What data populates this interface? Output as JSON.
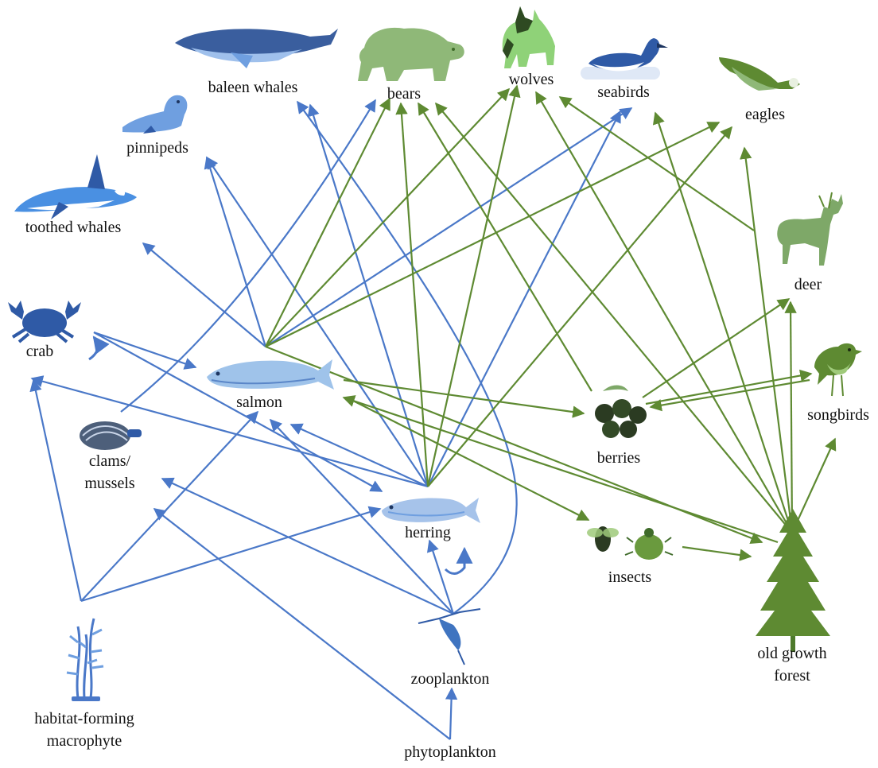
{
  "colors": {
    "marine": "#4a78c8",
    "terrestrial": "#5e8a32",
    "marine_fill": "#6f9fe0",
    "marine_dark": "#2f5aa6",
    "terrestrial_fill": "#8fb878",
    "terrestrial_dark": "#3f6b2a",
    "label": "#111111"
  },
  "nodes": {
    "baleen_whales": {
      "label": "baleen whales",
      "icon": "baleen-whale-icon"
    },
    "bears": {
      "label": "bears",
      "icon": "bear-icon"
    },
    "wolves": {
      "label": "wolves",
      "icon": "wolf-icon"
    },
    "seabirds": {
      "label": "seabirds",
      "icon": "seabird-icon"
    },
    "eagles": {
      "label": "eagles",
      "icon": "eagle-icon"
    },
    "pinnipeds": {
      "label": "pinnipeds",
      "icon": "seal-icon"
    },
    "toothed_whales": {
      "label": "toothed whales",
      "icon": "orca-icon"
    },
    "deer": {
      "label": "deer",
      "icon": "deer-icon"
    },
    "crab": {
      "label": "crab",
      "icon": "crab-icon"
    },
    "salmon": {
      "label": "salmon",
      "icon": "salmon-icon"
    },
    "songbirds": {
      "label": "songbirds",
      "icon": "songbird-icon"
    },
    "berries": {
      "label": "berries",
      "icon": "berries-icon"
    },
    "clams_mussels": {
      "label_line1": "clams/",
      "label_line2": "mussels",
      "icon": "clam-icon"
    },
    "herring": {
      "label": "herring",
      "icon": "herring-icon"
    },
    "insects": {
      "label": "insects",
      "icon": "insects-icon"
    },
    "old_growth_forest": {
      "label_line1": "old growth",
      "label_line2": "forest",
      "icon": "tree-icon"
    },
    "zooplankton": {
      "label": "zooplankton",
      "icon": "zooplankton-icon"
    },
    "macrophyte": {
      "label_line1": "habitat-forming",
      "label_line2": "macrophyte",
      "icon": "kelp-icon"
    },
    "phytoplankton": {
      "label": "phytoplankton",
      "icon": "phytoplankton-icon"
    }
  },
  "edges": [
    {
      "from": "phytoplankton",
      "to": "zooplankton",
      "kind": "marine"
    },
    {
      "from": "phytoplankton",
      "to": "clams_mussels",
      "kind": "marine"
    },
    {
      "from": "macrophyte",
      "to": "crab",
      "kind": "marine"
    },
    {
      "from": "macrophyte",
      "to": "salmon",
      "kind": "marine"
    },
    {
      "from": "macrophyte",
      "to": "herring",
      "kind": "marine"
    },
    {
      "from": "zooplankton",
      "to": "herring",
      "kind": "marine"
    },
    {
      "from": "zooplankton",
      "to": "salmon",
      "kind": "marine"
    },
    {
      "from": "zooplankton",
      "to": "clams_mussels",
      "kind": "marine"
    },
    {
      "from": "zooplankton",
      "to": "baleen_whales",
      "kind": "marine"
    },
    {
      "from": "crab",
      "to": "salmon",
      "kind": "marine"
    },
    {
      "from": "crab",
      "to": "herring",
      "kind": "marine"
    },
    {
      "from": "clams_mussels",
      "to": "bears",
      "kind": "marine"
    },
    {
      "from": "herring",
      "to": "crab",
      "kind": "marine"
    },
    {
      "from": "herring",
      "to": "salmon",
      "kind": "marine"
    },
    {
      "from": "herring",
      "to": "pinnipeds",
      "kind": "marine"
    },
    {
      "from": "herring",
      "to": "baleen_whales",
      "kind": "marine"
    },
    {
      "from": "herring",
      "to": "seabirds",
      "kind": "marine"
    },
    {
      "from": "salmon",
      "to": "toothed_whales",
      "kind": "marine"
    },
    {
      "from": "salmon",
      "to": "pinnipeds",
      "kind": "marine"
    },
    {
      "from": "salmon",
      "to": "seabirds",
      "kind": "marine"
    },
    {
      "from": "salmon",
      "to": "bears",
      "kind": "terrestrial"
    },
    {
      "from": "salmon",
      "to": "wolves",
      "kind": "terrestrial"
    },
    {
      "from": "salmon",
      "to": "eagles",
      "kind": "terrestrial"
    },
    {
      "from": "salmon",
      "to": "berries",
      "kind": "terrestrial"
    },
    {
      "from": "salmon",
      "to": "insects",
      "kind": "terrestrial"
    },
    {
      "from": "salmon",
      "to": "old_growth_forest",
      "kind": "terrestrial"
    },
    {
      "from": "herring",
      "to": "bears",
      "kind": "terrestrial"
    },
    {
      "from": "herring",
      "to": "wolves",
      "kind": "terrestrial"
    },
    {
      "from": "herring",
      "to": "eagles",
      "kind": "terrestrial"
    },
    {
      "from": "berries",
      "to": "bears",
      "kind": "terrestrial"
    },
    {
      "from": "berries",
      "to": "deer",
      "kind": "terrestrial"
    },
    {
      "from": "berries",
      "to": "songbirds",
      "kind": "terrestrial"
    },
    {
      "from": "songbirds",
      "to": "berries",
      "kind": "terrestrial"
    },
    {
      "from": "insects",
      "to": "old_growth_forest",
      "kind": "terrestrial"
    },
    {
      "from": "old_growth_forest",
      "to": "salmon",
      "kind": "terrestrial"
    },
    {
      "from": "old_growth_forest",
      "to": "bears",
      "kind": "terrestrial"
    },
    {
      "from": "old_growth_forest",
      "to": "wolves",
      "kind": "terrestrial"
    },
    {
      "from": "old_growth_forest",
      "to": "seabirds",
      "kind": "terrestrial"
    },
    {
      "from": "old_growth_forest",
      "to": "eagles",
      "kind": "terrestrial"
    },
    {
      "from": "old_growth_forest",
      "to": "deer",
      "kind": "terrestrial"
    },
    {
      "from": "old_growth_forest",
      "to": "songbirds",
      "kind": "terrestrial"
    },
    {
      "from": "deer",
      "to": "wolves",
      "kind": "terrestrial"
    }
  ]
}
